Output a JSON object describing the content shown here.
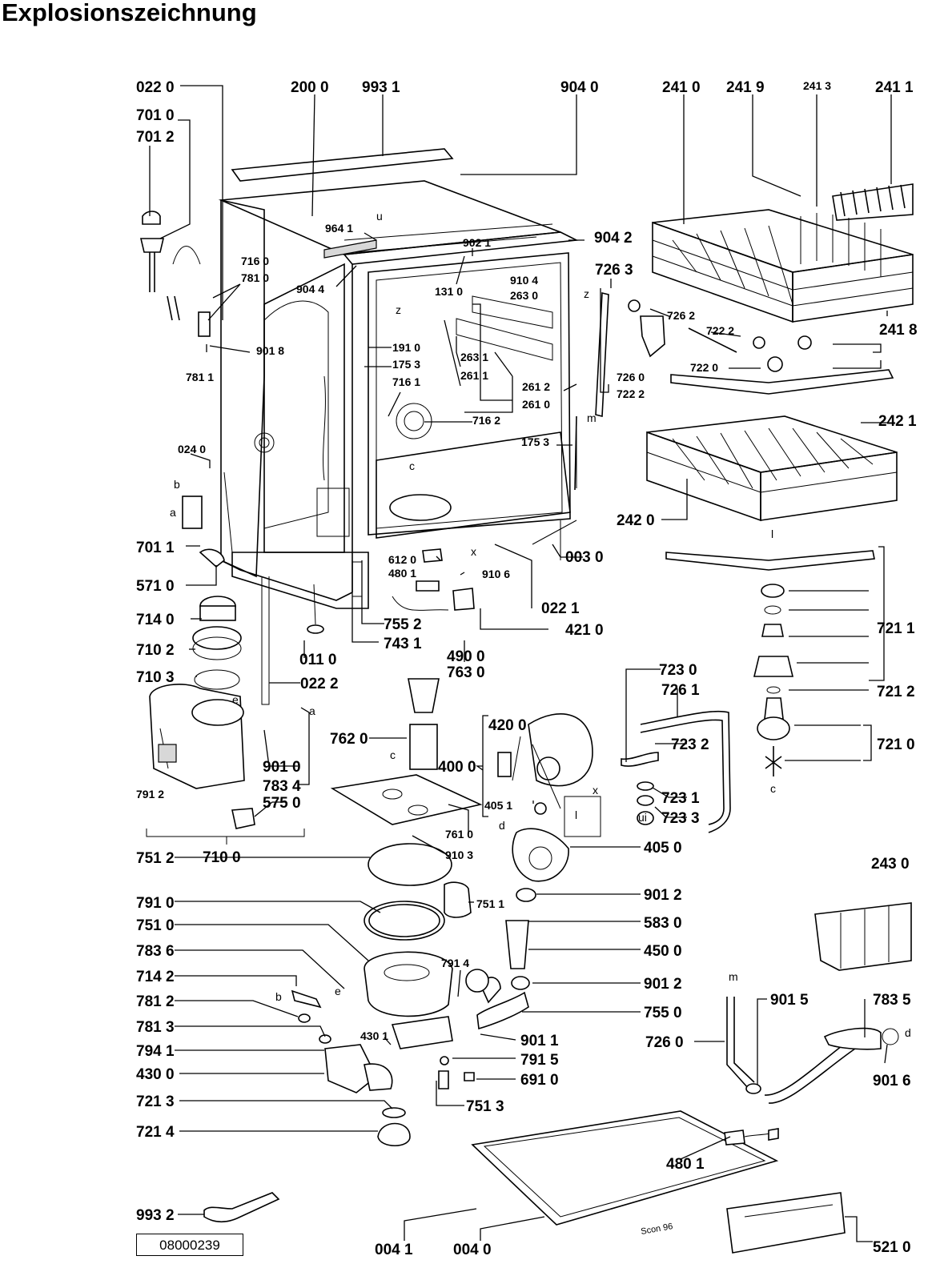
{
  "title": "Explosionszeichnung",
  "document_number": "08000239",
  "small_mark": "Scon 96",
  "labels": [
    "022 0",
    "200 0",
    "993 1",
    "904 0",
    "241 0",
    "241 9",
    "241 3",
    "241 1",
    "701 0",
    "701 2",
    "964 1",
    "902 1",
    "904 2",
    "726 3",
    "716 0",
    "781 0",
    "904 4",
    "131 0",
    "910 4",
    "263 0",
    "726 2",
    "722 2",
    "722 0",
    "241 8",
    "901 8",
    "781 1",
    "191 0",
    "175 3",
    "716 1",
    "263 1",
    "261 1",
    "261 2",
    "261 0",
    "726 0",
    "716 2",
    "242 1",
    "024 0",
    "242 0",
    "701 1",
    "612 0",
    "480 1",
    "910 6",
    "003 0",
    "571 0",
    "022 1",
    "714 0",
    "755 2",
    "743 1",
    "421 0",
    "710 2",
    "011 0",
    "490 0",
    "763 0",
    "710 3",
    "022 2",
    "723 0",
    "726 1",
    "721 1",
    "721 2",
    "762 0",
    "420 0",
    "400 0",
    "723 2",
    "791 2",
    "901 0",
    "783 4",
    "575 0",
    "405 1",
    "723 1",
    "723 3",
    "761 0",
    "910 3",
    "710 0",
    "405 0",
    "243 0",
    "751 2",
    "791 0",
    "751 1",
    "901 2",
    "751 0",
    "583 0",
    "450 0",
    "783 6",
    "791 4",
    "714 2",
    "781 2",
    "755 0",
    "781 3",
    "901 1",
    "794 1",
    "430 1",
    "791 5",
    "430 0",
    "691 0",
    "721 3",
    "751 3",
    "721 4",
    "993 2",
    "004 1",
    "004 0",
    "521 0",
    "901 5",
    "783 5",
    "901 6",
    "721 0"
  ],
  "letters": [
    "u",
    "z",
    "z",
    "m",
    "c",
    "b",
    "a",
    "x",
    "l",
    "e",
    "a",
    "c",
    "x",
    "l",
    "d",
    "ui",
    "c",
    "m",
    "d",
    "b",
    "e",
    "d"
  ]
}
